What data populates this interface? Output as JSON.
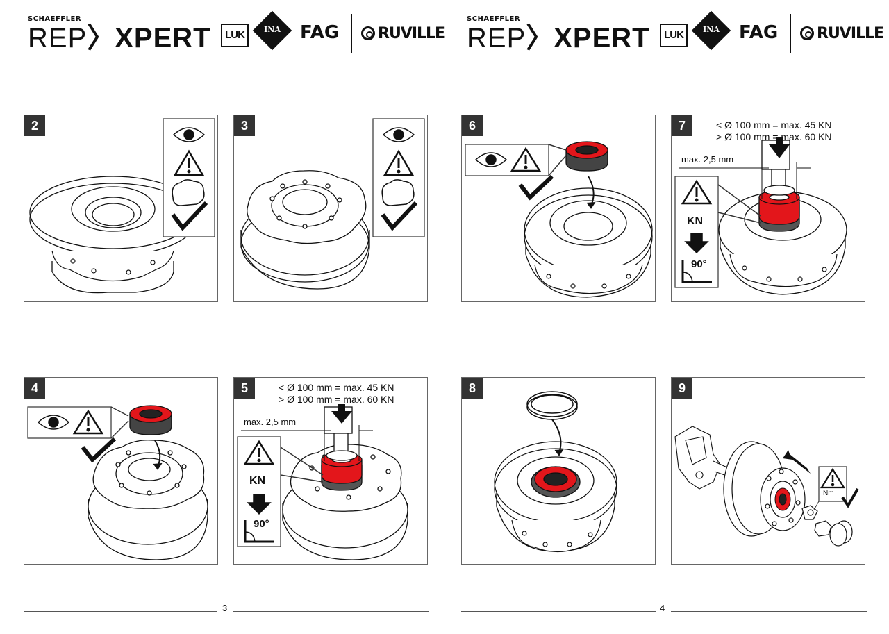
{
  "pages": [
    {
      "brand": {
        "company": "SCHAEFFLER",
        "rep": "REP",
        "chevron": "〉",
        "xpert": "XPERT"
      },
      "logos": {
        "luk": "LUK",
        "ina": "INA",
        "fag": "FAG",
        "ruville": "RUVILLE"
      },
      "page_number": "3"
    },
    {
      "brand": {
        "company": "SCHAEFFLER",
        "rep": "REP",
        "chevron": "〉",
        "xpert": "XPERT"
      },
      "logos": {
        "luk": "LUK",
        "ina": "INA",
        "fag": "FAG",
        "ruville": "RUVILLE"
      },
      "page_number": "4"
    }
  ],
  "steps": {
    "s2": {
      "number": "2"
    },
    "s3": {
      "number": "3"
    },
    "s4": {
      "number": "4"
    },
    "s5": {
      "number": "5",
      "force_small": "< Ø 100 mm = max. 45 KN",
      "force_large": "> Ø 100 mm = max. 60 KN",
      "gap": "max. 2,5 mm",
      "unit": "KN",
      "angle": "90°"
    },
    "s6": {
      "number": "6"
    },
    "s7": {
      "number": "7",
      "force_small": "< Ø 100 mm = max. 45 KN",
      "force_large": "> Ø 100 mm = max. 60 KN",
      "gap": "max. 2,5 mm",
      "unit": "KN",
      "angle": "90°"
    },
    "s8": {
      "number": "8"
    },
    "s9": {
      "number": "9",
      "torque": "Nm"
    }
  },
  "icons": [
    "eye-icon",
    "warning-icon",
    "clean-hands-icon",
    "checkmark-icon",
    "press-arrow-icon",
    "right-angle-icon"
  ],
  "colors": {
    "seal_red": "#e3161b",
    "ink": "#111111",
    "panel_border": "#666666",
    "badge": "#333333"
  }
}
